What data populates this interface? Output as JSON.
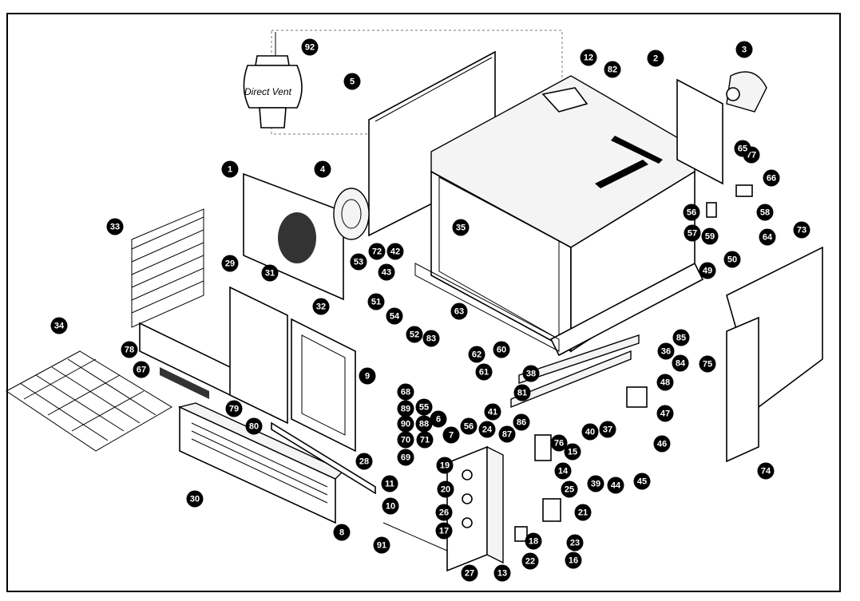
{
  "diagram": {
    "vent_label": "Direct Vent",
    "callouts": [
      "92",
      "12",
      "82",
      "2",
      "3",
      "5",
      "77",
      "65",
      "66",
      "1",
      "4",
      "56",
      "58",
      "57",
      "59",
      "64",
      "73",
      "35",
      "33",
      "72",
      "42",
      "53",
      "43",
      "29",
      "31",
      "50",
      "49",
      "32",
      "51",
      "63",
      "54",
      "52",
      "83",
      "62",
      "85",
      "60",
      "36",
      "78",
      "38",
      "9",
      "84",
      "61",
      "34",
      "75",
      "67",
      "68",
      "81",
      "48",
      "89",
      "55",
      "6",
      "41",
      "56",
      "79",
      "80",
      "88",
      "86",
      "90",
      "7",
      "24",
      "87",
      "47",
      "70",
      "71",
      "76",
      "37",
      "40",
      "46",
      "69",
      "15",
      "14",
      "28",
      "19",
      "39",
      "44",
      "45",
      "74",
      "20",
      "25",
      "11",
      "21",
      "10",
      "26",
      "30",
      "17",
      "23",
      "18",
      "8",
      "91",
      "22",
      "16",
      "27",
      "13"
    ]
  }
}
